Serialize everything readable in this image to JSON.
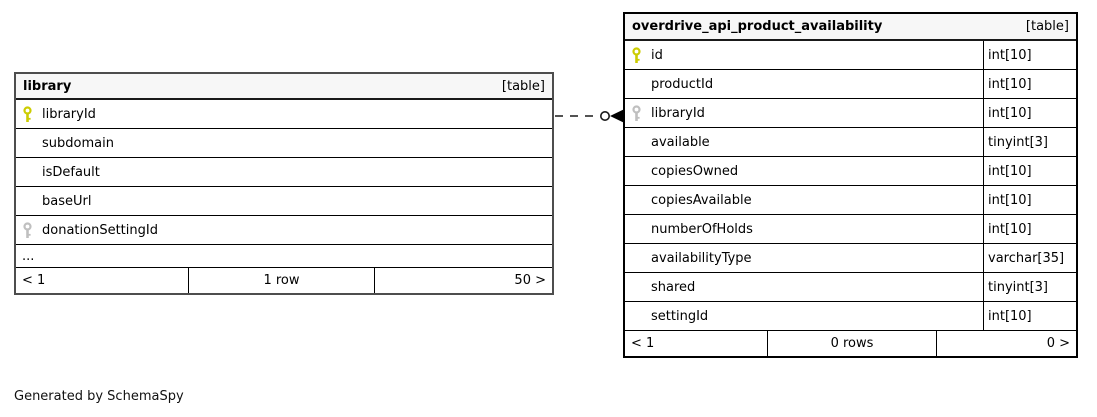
{
  "diagram": {
    "generated_by": "Generated by SchemaSpy"
  },
  "relationship": {
    "from": "library.libraryId",
    "to": "overdrive_api_product_availability.libraryId",
    "line_style": "dashed",
    "end_symbols": "open-circle, filled-arrow"
  },
  "colors": {
    "primary_key_icon": "#cccc00",
    "foreign_key_icon": "#bfbfbf",
    "header_bg": "#f7f7f7",
    "library_border": "#4d4d4d",
    "overdrive_border": "#000000"
  },
  "tables": [
    {
      "title": "library",
      "badge": "[table]",
      "columns": [
        {
          "name": "libraryId",
          "key": "primary"
        },
        {
          "name": "subdomain",
          "key": "none"
        },
        {
          "name": "isDefault",
          "key": "none"
        },
        {
          "name": "baseUrl",
          "key": "none"
        },
        {
          "name": "donationSettingId",
          "key": "foreign"
        }
      ],
      "ellipsis": "...",
      "pager": {
        "prev": "< 1",
        "count": "1 row",
        "next": "50 >"
      }
    },
    {
      "title": "overdrive_api_product_availability",
      "badge": "[table]",
      "columns": [
        {
          "name": "id",
          "type": "int[10]",
          "key": "primary"
        },
        {
          "name": "productId",
          "type": "int[10]",
          "key": "none"
        },
        {
          "name": "libraryId",
          "type": "int[10]",
          "key": "foreign"
        },
        {
          "name": "available",
          "type": "tinyint[3]",
          "key": "none"
        },
        {
          "name": "copiesOwned",
          "type": "int[10]",
          "key": "none"
        },
        {
          "name": "copiesAvailable",
          "type": "int[10]",
          "key": "none"
        },
        {
          "name": "numberOfHolds",
          "type": "int[10]",
          "key": "none"
        },
        {
          "name": "availabilityType",
          "type": "varchar[35]",
          "key": "none"
        },
        {
          "name": "shared",
          "type": "tinyint[3]",
          "key": "none"
        },
        {
          "name": "settingId",
          "type": "int[10]",
          "key": "none"
        }
      ],
      "pager": {
        "prev": "< 1",
        "count": "0 rows",
        "next": "0 >"
      }
    }
  ]
}
